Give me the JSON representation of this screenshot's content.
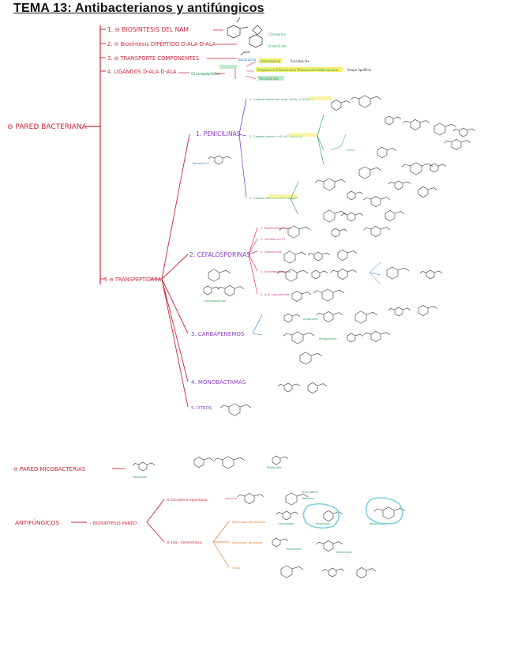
{
  "title": "TEMA 13: Antibacterianos y antifúngicos",
  "pared": {
    "main_label": "⊖ PARED BACTERIANA",
    "items": [
      {
        "label": "1. ⊖ BIOSÍNTESIS DEL NAM"
      },
      {
        "label": "2. ⊖ Biosíntesis DIPÉPTIDO D-ALA-D-ALA"
      },
      {
        "label": "3. ⊖ TRANSPORTE COMPONENTES"
      },
      {
        "label": "4. LIGANDOS D-ALA D-ALA"
      },
      {
        "label": "5 ⊖ TRANSPEPTIDASA"
      }
    ],
    "ligandos_sub": "Glucopéptidos",
    "groups": [
      {
        "label": "1. PENICILINAS"
      },
      {
        "label": "2. CEFALOSPORINAS"
      },
      {
        "label": "3. CARBAPENEMOS"
      },
      {
        "label": "4. MONOBACTAMAS"
      },
      {
        "label": "5. OTROS"
      }
    ],
    "penicilina_subs": [
      "1. Cadena lateral en med. ácido → ÁCIDOS",
      "2. Cadena lateral → β-LACTAMASAS",
      "3. Cadena AMPLIO ESPECTRO"
    ],
    "cefalosporina_subs": [
      "1. Modificación en C3",
      "2. Cambios en C7",
      "3. Cefamicinas",
      "4. Oxacefalosporinas",
      "5. α, β, γ generación"
    ],
    "cefalosporina_note": "Cefalosporinas",
    "carbapenemos_subs": [
      "Imipenem",
      "Meropenem"
    ]
  },
  "micobacterias": {
    "label": "⊖ PARED MICOBACTERIAS",
    "sub": "Isoniazida",
    "drug2": "Etambutol"
  },
  "antifungicos": {
    "label": "ANTIFÚNGICOS",
    "sub": "- BIOSÍNTESIS PARED",
    "branches": [
      {
        "label": "⊖ Escualeno epoxidasa"
      },
      {
        "label": "⊖ 14α - desmetilasa"
      }
    ],
    "escualeno_drugs": [
      "Terbinafina",
      "Naftifina"
    ],
    "azol_subs": [
      "Derivados de imidazol",
      "Derivados de triazol",
      "Otros"
    ],
    "azol_drugs": [
      "Clotrimazol",
      "Miconazol",
      "Ketoconazol",
      "Fluconazol",
      "Itraconazol"
    ]
  },
  "colors": {
    "red": "#c8283a",
    "purple": "#8a3fc6",
    "blue": "#2c7bd6",
    "green": "#2f9a5a",
    "orange": "#e07a2a",
    "highlight_yellow": "#f7ef6a",
    "highlight_green": "#bfe9c9",
    "highlight_blue": "#b8e3ef"
  }
}
